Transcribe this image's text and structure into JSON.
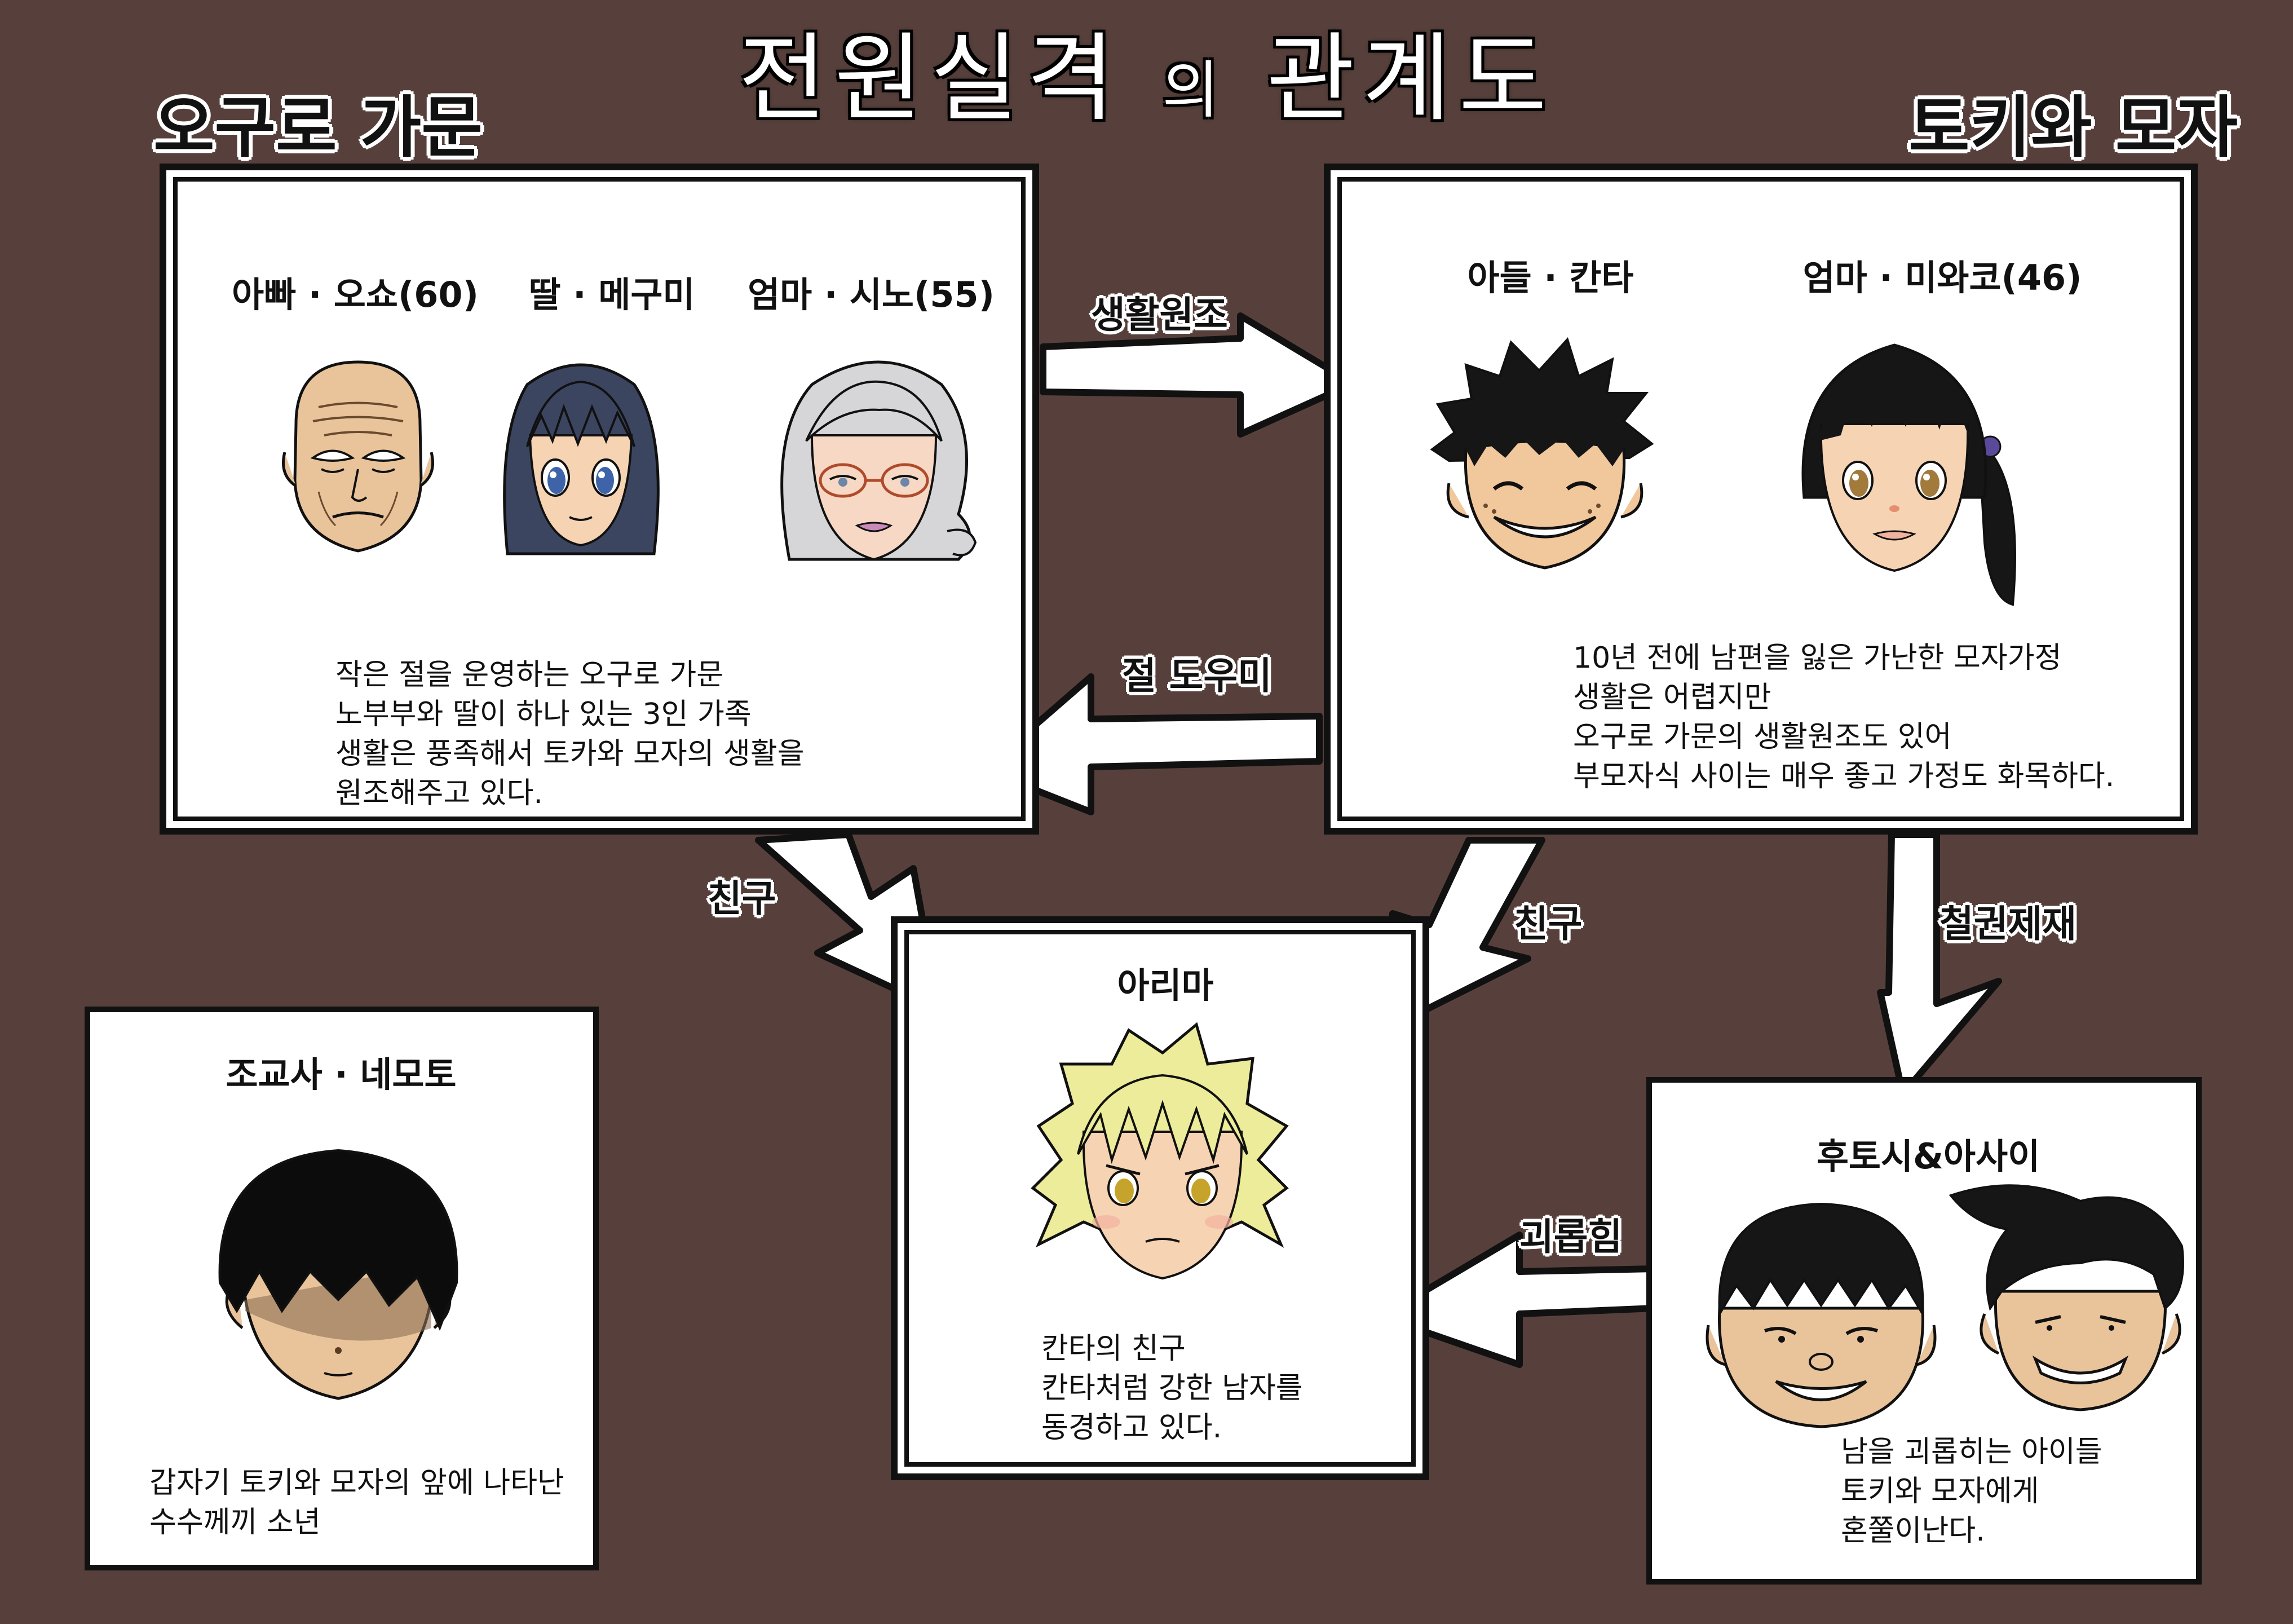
{
  "title": {
    "main": "전원실격",
    "connector": "의",
    "end": "관계도"
  },
  "groups": {
    "oguro": "오구로 가문",
    "toki": "토키와 모자"
  },
  "oguro_panel": {
    "characters": [
      "아빠 · 오쇼(60)",
      "딸 · 메구미",
      "엄마 · 시노(55)"
    ],
    "description": [
      "작은 절을 운영하는 오구로 가문",
      "노부부와 딸이 하나 있는 3인 가족",
      "생활은 풍족해서 토카와 모자의 생활을",
      "원조해주고 있다."
    ]
  },
  "toki_panel": {
    "characters": [
      "아들 · 칸타",
      "엄마 · 미와코(46)"
    ],
    "description": [
      "10년 전에 남편을 잃은 가난한 모자가정",
      "생활은 어렵지만",
      "오구로 가문의 생활원조도 있어",
      "부모자식 사이는 매우 좋고 가정도 화목하다."
    ]
  },
  "arima_panel": {
    "character": "아리마",
    "description": [
      "칸타의 친구",
      "칸타처럼 강한 남자를",
      "동경하고 있다."
    ]
  },
  "nemoto_panel": {
    "character": "조교사 · 네모토",
    "description": [
      "갑자기 토키와 모자의 앞에 나타난",
      "수수께끼 소년"
    ]
  },
  "bullies_panel": {
    "character": "후토시&아사이",
    "description": [
      "남을 괴롭히는 아이들",
      "토키와 모자에게",
      "혼쭐이난다."
    ]
  },
  "arrows": {
    "support": "생활원조",
    "temple_help": "절 도우미",
    "friend_left": "친구",
    "friend_right": "친구",
    "iron_sanction": "철권제재",
    "bullying": "괴롭힘"
  },
  "colors": {
    "background": "#57403b",
    "panel": "#ffffff",
    "outline": "#111111",
    "skin": "#f3c9a4",
    "blonde_hair": "#ecec9a",
    "silver_hair": "#d6d6d8",
    "navy_hair": "#3c4560",
    "black_hair": "#161616"
  },
  "icons": [
    "bald-father-face",
    "navy-haired-girl-face",
    "silver-haired-mother-face",
    "spiky-haired-boy-face",
    "ponytail-mother-face",
    "blonde-boy-face",
    "shadowed-boy-face",
    "round-bully-face",
    "quiff-bully-face"
  ]
}
